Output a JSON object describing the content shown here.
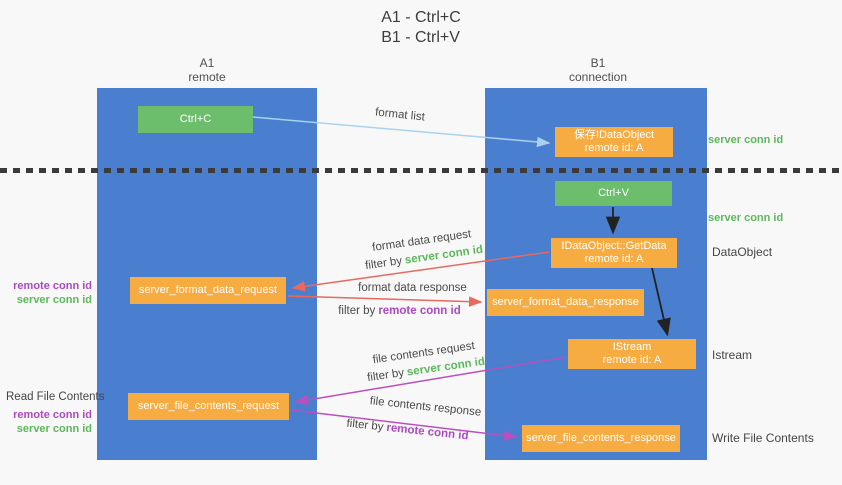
{
  "title": {
    "line1": "A1 - Ctrl+C",
    "line2": "B1 - Ctrl+V"
  },
  "lanes": {
    "a": {
      "name": "A1",
      "role": "remote"
    },
    "b": {
      "name": "B1",
      "role": "connection"
    }
  },
  "nodes": {
    "ctrl_c": "Ctrl+C",
    "ctrl_v": "Ctrl+V",
    "save_dataobject": {
      "line1": "保存IDataObject",
      "line2": "remote id: A"
    },
    "getdata": {
      "line1": "IDataObject::GetData",
      "line2": "remote id: A"
    },
    "istream": {
      "line1": "IStream",
      "line2": "remote id: A"
    },
    "format_request": "server_format_data_request",
    "format_response": "server_format_data_response",
    "file_request": "server_file_contents_request",
    "file_response": "server_file_contents_response"
  },
  "arrow_labels": {
    "format_list": "format list",
    "format_data_request": "format data request",
    "format_data_response": "format data response",
    "file_contents_request": "file contents request",
    "file_contents_response": "file contents response",
    "filter_by": "filter by",
    "server_conn_id": "server conn id",
    "remote_conn_id": "remote conn id"
  },
  "annotations": {
    "server_conn_id": "server conn id",
    "remote_conn_id": "remote conn id",
    "dataobject": "DataObject",
    "istream": "Istream",
    "read_file_contents": "Read File Contents",
    "write_file_contents": "Write File Contents"
  },
  "colors": {
    "lane_blue": "#4a7fd0",
    "node_green": "#6dbe6c",
    "node_orange": "#f7ac42",
    "arrow_light_blue": "#a9d2ef",
    "arrow_red": "#e8695f",
    "arrow_magenta": "#bb4fc0",
    "arrow_black": "#222222",
    "text_green": "#5cb85c",
    "text_purple": "#ab4ac0",
    "background": "#f8f8f8"
  }
}
